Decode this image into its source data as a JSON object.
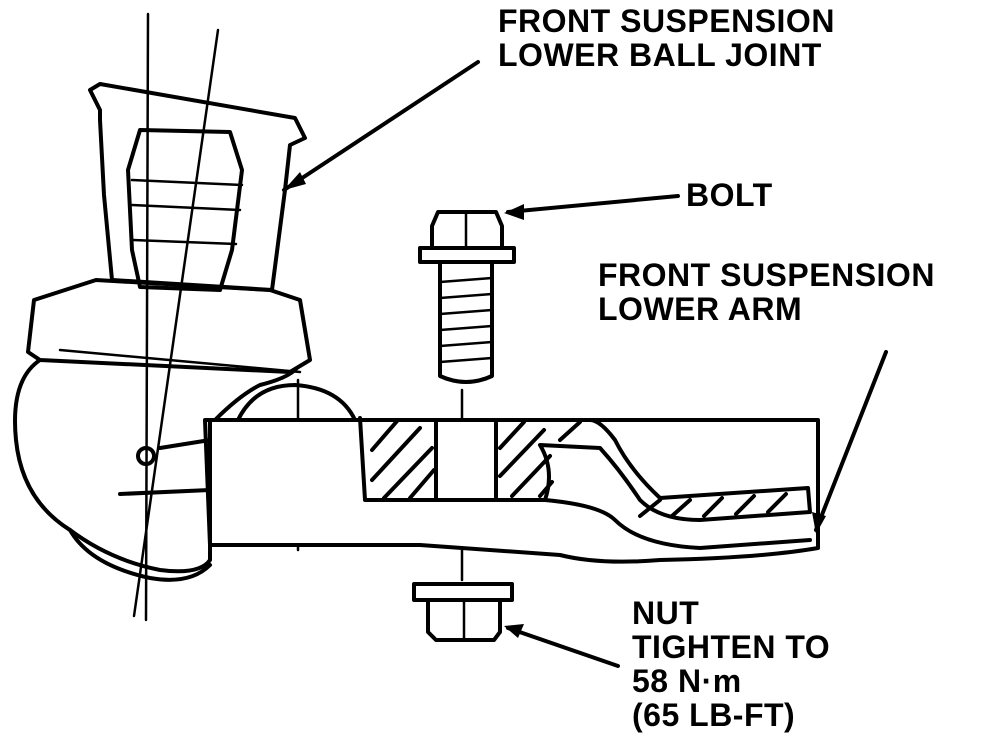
{
  "labels": {
    "ball_joint": [
      "FRONT SUSPENSION",
      "LOWER BALL JOINT"
    ],
    "bolt": "BOLT",
    "lower_arm": [
      "FRONT SUSPENSION",
      "LOWER ARM"
    ],
    "nut": [
      "NUT",
      "TIGHTEN TO",
      "58 N·m",
      "(65 LB-FT)"
    ]
  }
}
